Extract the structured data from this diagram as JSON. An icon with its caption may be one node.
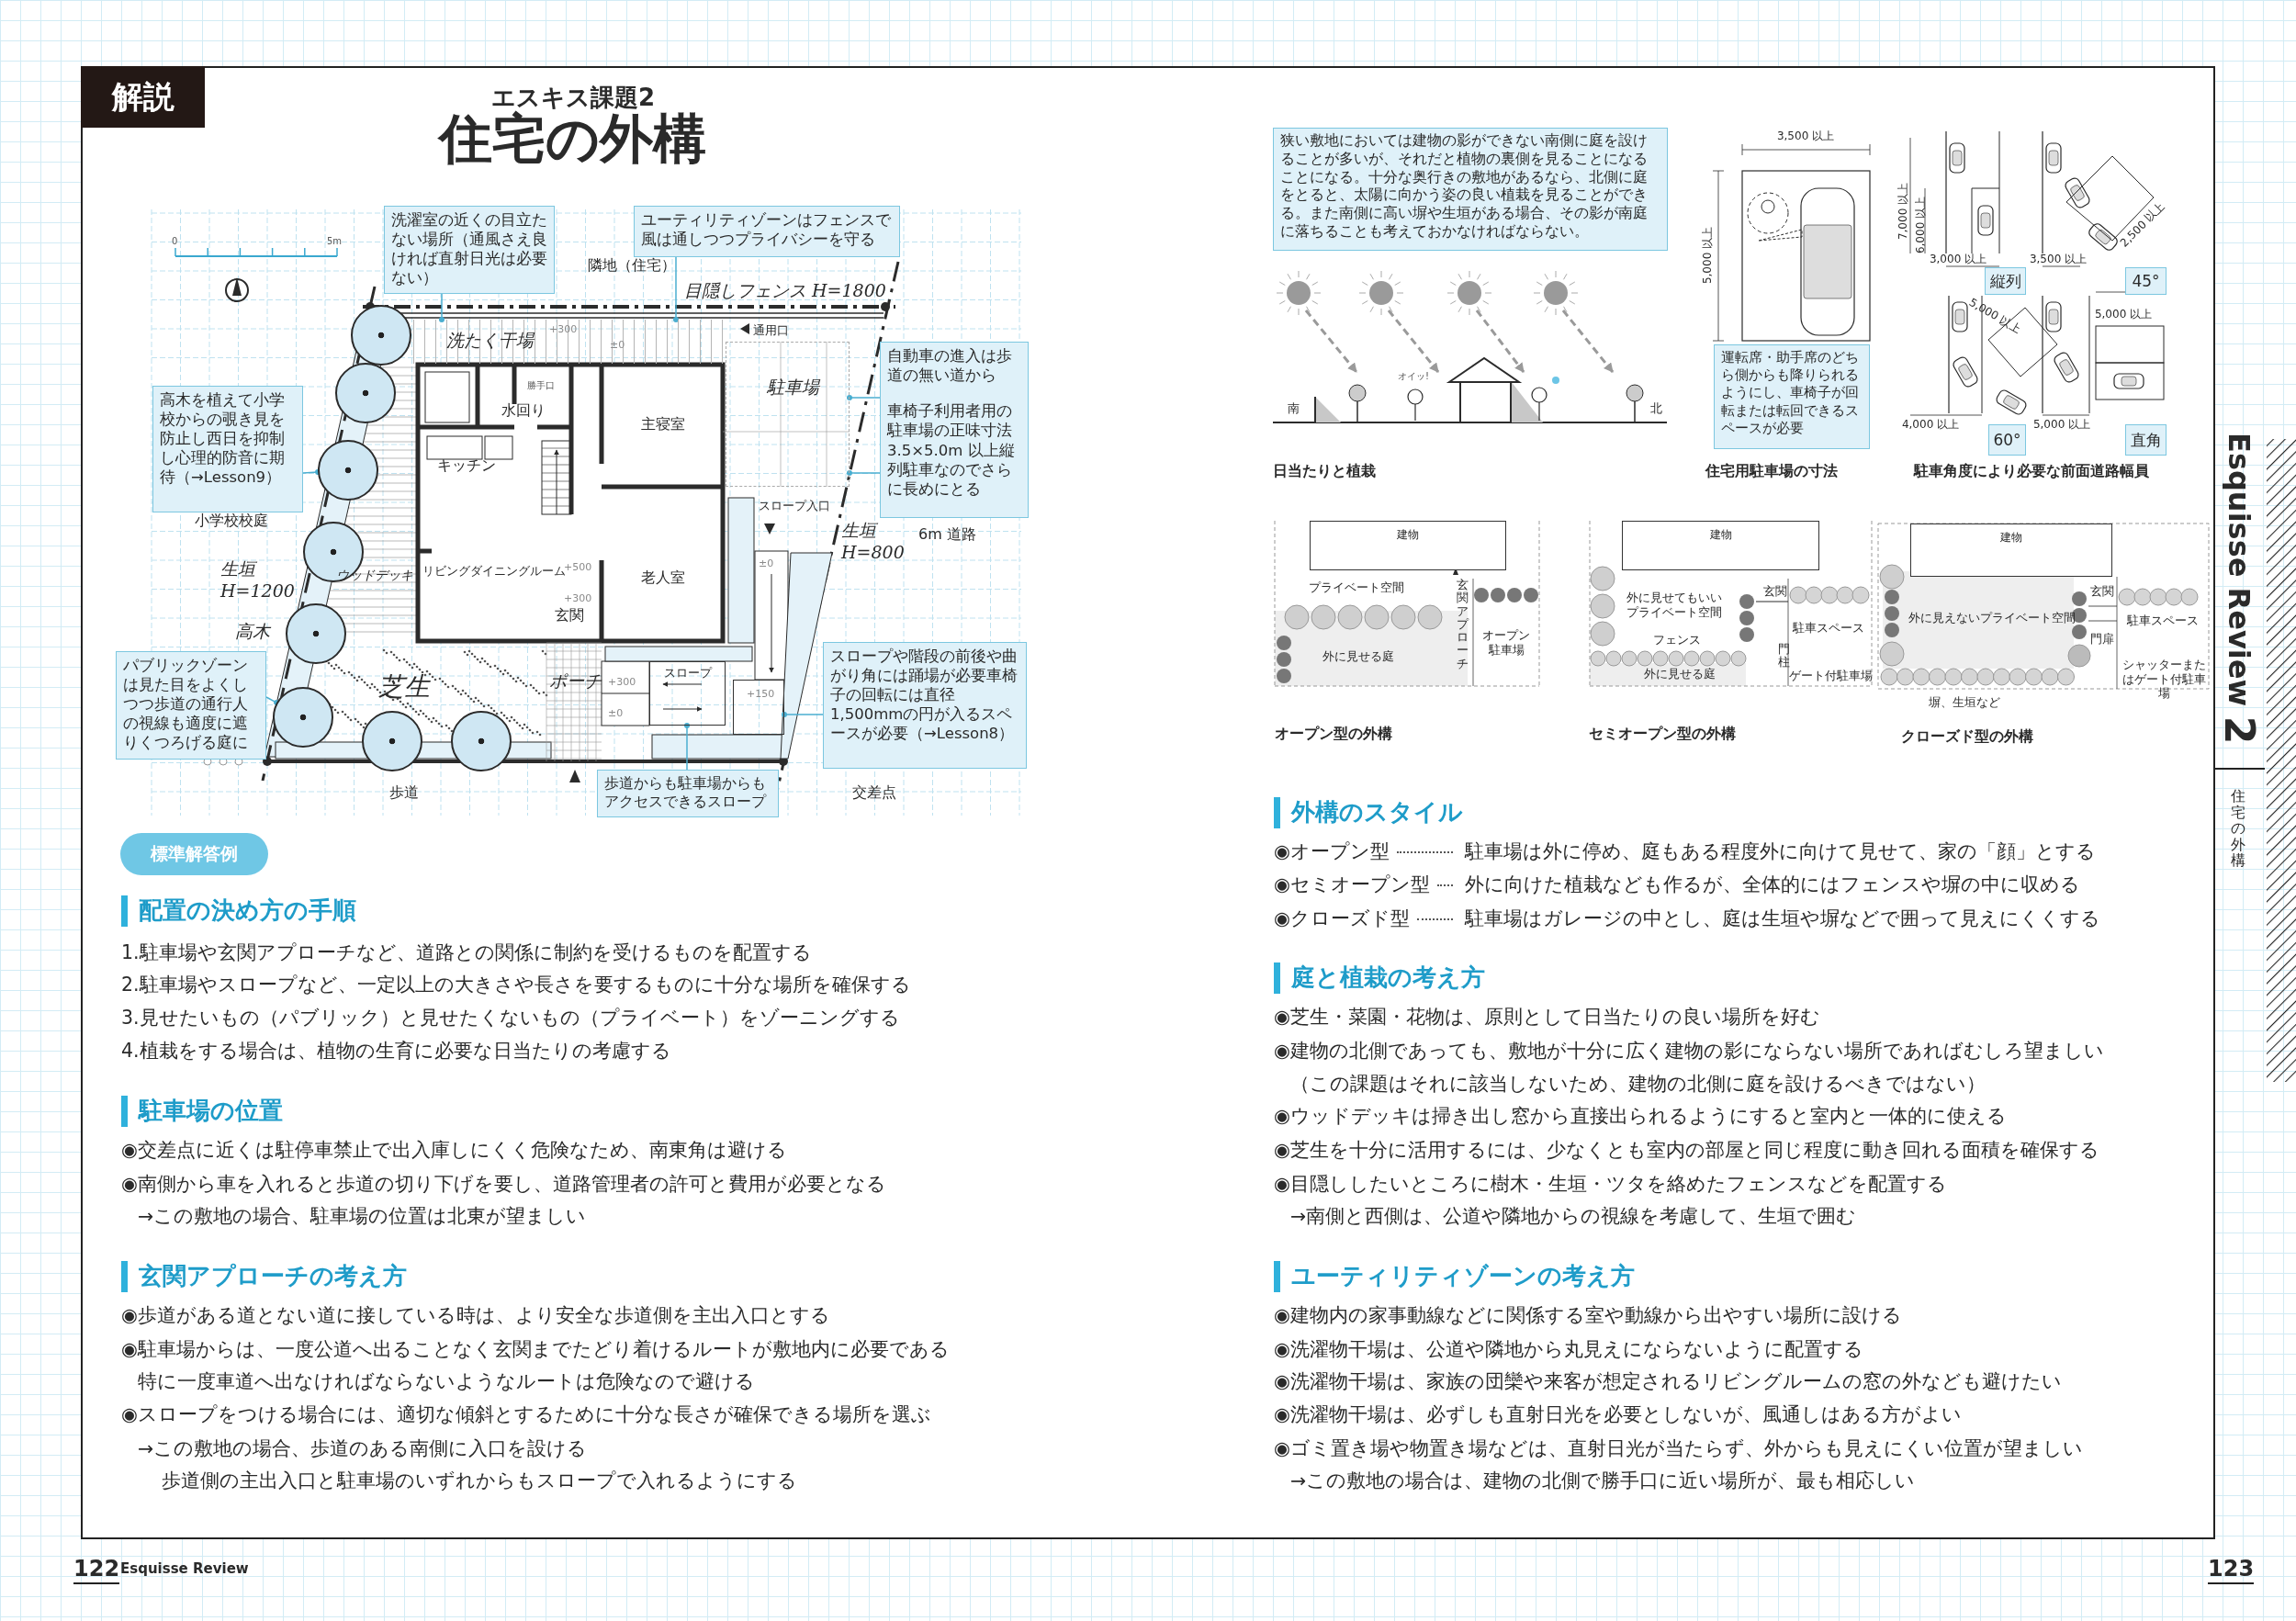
{
  "diagram": {
    "title": "住宅の外構",
    "nodes": [
      {
        "text": [
          "解説"
        ]
      },
      {
        "text": [
          "洗濯室の近くの目立たない場所（通風さえ良ければ直射日光は必要ない）"
        ]
      },
      {
        "text": [
          "ユーティリティゾーンはフェンスで風は通しつつプライバシーを守る"
        ]
      },
      {
        "text": [
          "高木を植えて小学校からの覗き見を防止し西日を抑制し心理的防音に期待（→Lesson9）"
        ]
      },
      {
        "text": [
          "自動車の進入は歩道の無い道から",
          "車椅子利用者用の駐車場の正味寸法3.5×5.0m 以上縦列駐車なのでさらに長めにとる"
        ]
      },
      {
        "text": [
          "パブリックゾーンは見た目をよくしつつ歩道の通行人の視線も適度に遮りくつろげる庭に"
        ]
      },
      {
        "text": [
          "スロープや階段の前後や曲がり角には踊場が必要車椅子の回転には直径1,500mmの円が入るスペースが必要（→Lesson8）"
        ]
      },
      {
        "text": [
          "歩道からも駐車場からもアクセスできるスロープ"
        ]
      },
      {
        "text": [
          "狭い敷地においては建物の影ができない南側に庭を設けることが多いが、それだと植物の裏側を見ることになることになる。十分な奥行きの敷地があるなら、北側に庭をとると、太陽に向かう姿の良い植栽を見ることができる。また南側に高い塀や生垣がある場合、その影が南庭に落ちることも考えておかなければならない。"
        ]
      },
      {
        "text": [
          "運転席・助手席のどちら側からも降りられるようにし、車椅子が回転または転回できるスペースが必要"
        ]
      },
      {
        "text": [
          "縦列"
        ]
      },
      {
        "text": [
          "45°"
        ]
      },
      {
        "text": [
          "60°"
        ]
      },
      {
        "text": [
          "直角"
        ]
      },
      {
        "text": [
          "標準解答例"
        ]
      },
      {
        "text": [
          "建物"
        ]
      },
      {
        "text": [
          "建物"
        ]
      },
      {
        "text": [
          "建物"
        ]
      },
      {
        "text": [
          "洗たく干場"
        ]
      },
      {
        "text": [
          "駐車場"
        ]
      },
      {
        "text": [
          "スロープ"
        ]
      },
      {
        "text": [
          "+150"
        ]
      },
      {
        "text": [],
        "shape": "circle"
      },
      {
        "text": [],
        "shape": "circle"
      },
      {
        "text": [],
        "shape": "circle"
      },
      {
        "text": [],
        "shape": "circle"
      },
      {
        "text": [],
        "shape": "circle"
      },
      {
        "text": [],
        "shape": "circle"
      },
      {
        "text": [],
        "shape": "circle"
      },
      {
        "text": [],
        "shape": "circle"
      }
    ],
    "edges": [
      {
        "from": 1,
        "to": 18,
        "arrow": "other"
      },
      {
        "from": 2,
        "to": 18,
        "arrow": "other"
      },
      {
        "from": 3,
        "to": 24,
        "arrow": "other"
      },
      {
        "from": 4,
        "to": 19,
        "arrow": "other"
      },
      {
        "from": 4,
        "to": 19,
        "arrow": "other"
      },
      {
        "from": 5,
        "to": 27,
        "arrow": "other"
      },
      {
        "from": 6,
        "to": 21,
        "arrow": "other"
      },
      {
        "from": 7,
        "to": 20,
        "arrow": "other"
      }
    ],
    "labels": [
      "エスキス課題2",
      "0",
      "5m",
      "隣地（住宅）",
      "勝手口",
      "水回り",
      "キッチン",
      "リビングダイニングルーム",
      "玄関",
      "主寝室",
      "老人室",
      "生垣 H=1200",
      "ウッドデッキ",
      "高木",
      "小学校校庭",
      "芝生",
      "ポーチ",
      "スロープ入口",
      "通用口",
      "目隠しフェンス H=1800",
      "生垣 H=800",
      "6m 道路",
      "歩道",
      "交差点",
      "+300",
      "±0",
      "+500",
      "+300",
      "±0",
      "+300",
      "±0",
      "南",
      "オイッ!",
      "北",
      "日当たりと植栽",
      "3,500 以上",
      "5,000 以上",
      "住宅用駐車場の寸法",
      "7,000 以上",
      "6,000 以上",
      "3,000 以上",
      "3,500 以上",
      "2,500 以上",
      "5,000 以上",
      "5,000 以上",
      "4,000 以上",
      "5,000 以上",
      "駐車角度により必要な前面道路幅員",
      "プライベート空間",
      "玄関アプローチ",
      "オープン駐車場",
      "外に見せる庭",
      "外に見せてもいいプライベート空間",
      "玄関",
      "フェンス",
      "駐車スペース",
      "門柱",
      "外に見せる庭",
      "ゲート付駐車場",
      "外に見えないプライベート空間",
      "玄関",
      "門扉",
      "駐車スペース",
      "シャッターまたはゲート付駐車場",
      "塀、生垣など",
      "オープン型の外構",
      "セミオープン型の外構",
      "クローズド型の外構",
      "Esquisse Review",
      "2",
      "住宅の外構",
      "配置の決め方の手順",
      "1.駐車場や玄関アプローチなど、道路との関係に制約を受けるものを配置する",
      "2.駐車場やスロープなど、一定以上の大きさや長さを要するものに十分な場所を確保する",
      "3.見せたいもの（パブリック）と見せたくないもの（プライベート）をゾーニングする",
      "4.植栽をする場合は、植物の生育に必要な日当たりの考慮する",
      "駐車場の位置",
      "◉交差点に近くは駐停車禁止で出入庫しにくく危険なため、南東角は避ける",
      "◉南側から車を入れると歩道の切り下げを要し、道路管理者の許可と費用が必要となる",
      "→この敷地の場合、駐車場の位置は北東が望ましい",
      "玄関アプローチの考え方",
      "◉歩道がある道とない道に接している時は、より安全な歩道側を主出入口とする",
      "◉駐車場からは、一度公道へ出ることなく玄関までたどり着けるルートが敷地内に必要である",
      "特に一度車道へ出なければならないようなルートは危険なので避ける",
      "◉スロープをつける場合には、適切な傾斜とするために十分な長さが確保できる場所を選ぶ",
      "→この敷地の場合、歩道のある南側に入口を設ける",
      "歩道側の主出入口と駐車場のいずれからもスロープで入れるようにする",
      "外構のスタイル",
      "◉オープン型",
      "駐車場は外に停め、庭もある程度外に向けて見せて、家の「顔」とする",
      "◉セミオープン型",
      "外に向けた植栽なども作るが、全体的にはフェンスや塀の中に収める",
      "◉クローズド型",
      "駐車場はガレージの中とし、庭は生垣や塀などで囲って見えにくくする",
      "庭と植栽の考え方",
      "◉芝生・菜園・花物は、原則として日当たりの良い場所を好む",
      "◉建物の北側であっても、敷地が十分に広く建物の影にならない場所であればむしろ望ましい",
      "（この課題はそれに該当しないため、建物の北側に庭を設けるべきではない）",
      "◉ウッドデッキは掃き出し窓から直接出られるようにすると室内と一体的に使える",
      "◉芝生を十分に活用するには、少なくとも室内の部屋と同じ程度に動き回れる面積を確保する",
      "◉目隠ししたいところに樹木・生垣・ツタを絡めたフェンスなどを配置する",
      "→南側と西側は、公道や隣地からの視線を考慮して、生垣で囲む",
      "ユーティリティゾーンの考え方",
      "◉建物内の家事動線などに関係する室や動線から出やすい場所に設ける",
      "◉洗濯物干場は、公道や隣地から丸見えにならないように配置する",
      "◉洗濯物干場は、家族の団欒や来客が想定されるリビングルームの窓の外なども避けたい",
      "◉洗濯物干場は、必ずしも直射日光を必要としないが、風通しはある方がよい",
      "◉ゴミ置き場や物置き場などは、直射日光が当たらず、外からも見えにくい位置が望ましい",
      "→この敷地の場合は、建物の北側で勝手口に近い場所が、最も相応しい",
      "122",
      "Esquisse Review",
      "123"
    ]
  }
}
